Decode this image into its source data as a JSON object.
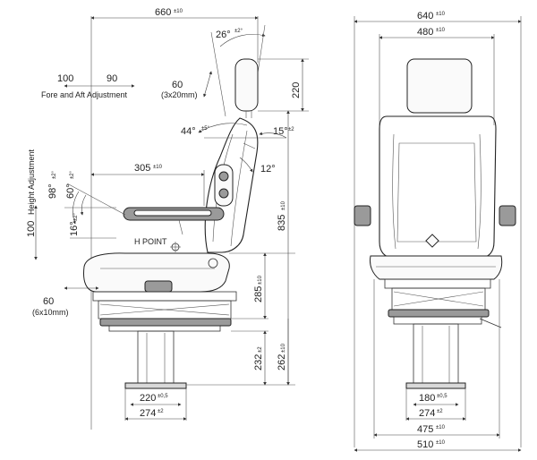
{
  "side_view": {
    "overall_depth": "660",
    "overall_depth_tol": "±10",
    "backrest_tilt": "26°",
    "backrest_tilt_tol": "±2°",
    "headrest_height": "220",
    "headrest_adjust": "60",
    "headrest_adjust_steps": "(3x20mm)",
    "fore_aft_back": "100",
    "fore_aft_fwd": "90",
    "fore_aft_label": "Fore and Aft Adjustment",
    "back_angle": "44°",
    "back_angle_tol": "±5°",
    "back_angle2": "15°",
    "back_angle2_tol": "±2",
    "lumbar_angle": "12°",
    "armrest_depth": "305",
    "armrest_depth_tol": "±10",
    "armrest_up": "98°",
    "armrest_up_tol": "±2°",
    "armrest_mid": "60°",
    "armrest_mid_tol": "±2°",
    "armrest_down": "16°",
    "armrest_down_tol": "±2°",
    "height_adjust": "100",
    "height_adjust_label": "Height Adjustment",
    "h_point": "H POINT",
    "total_height": "835",
    "total_height_tol": "±10",
    "cushion_height": "285",
    "cushion_height_tol": "±10",
    "slide_adjust": "60",
    "slide_adjust_steps": "(6x10mm)",
    "base_height": "232",
    "base_height_tol": "±2",
    "base_height2": "262",
    "base_height2_tol": "±10",
    "mount_inner": "220",
    "mount_inner_tol": "±0,5",
    "mount_outer": "274",
    "mount_outer_tol": "±2"
  },
  "front_view": {
    "overall_width": "640",
    "overall_width_tol": "±10",
    "backrest_width": "480",
    "backrest_width_tol": "±10",
    "mount_inner": "180",
    "mount_inner_tol": "±0,5",
    "mount_outer": "274",
    "mount_outer_tol": "±2",
    "base_width": "475",
    "base_width_tol": "±10",
    "total_width": "510",
    "total_width_tol": "±10"
  }
}
